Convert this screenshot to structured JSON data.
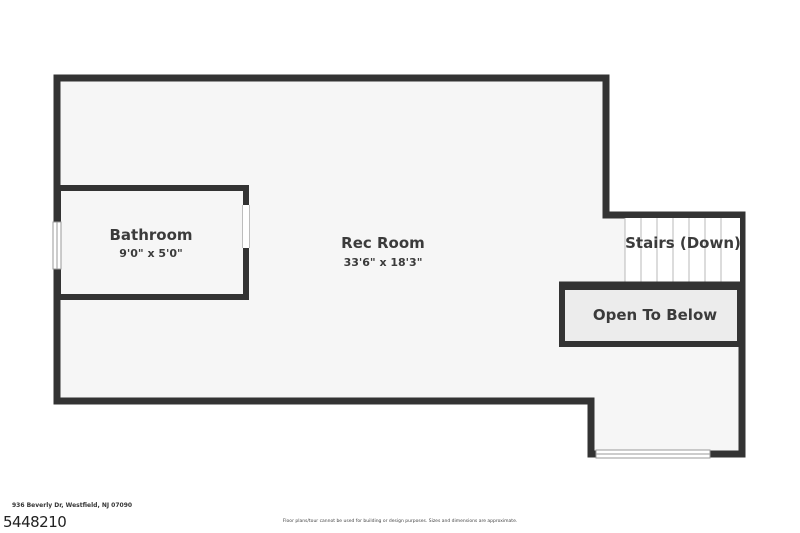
{
  "rooms": {
    "rec_room": {
      "name": "Rec Room",
      "dimensions": "33'6\" x 18'3\""
    },
    "bathroom": {
      "name": "Bathroom",
      "dimensions": "9'0\" x 5'0\""
    },
    "stairs": {
      "name": "Stairs (Down)"
    },
    "open_to_below": {
      "name": "Open To Below"
    }
  },
  "footer": {
    "address": "936 Beverly Dr, Westfield, NJ 07090",
    "listing_id": "5448210",
    "disclaimer": "Floor plans/tour cannot be used for building or design purposes. Sizes and dimensions are approximate."
  },
  "colors": {
    "wall": "#333333",
    "floor": "#f6f6f6",
    "open_area": "#ececec",
    "window": "#ffffff"
  }
}
